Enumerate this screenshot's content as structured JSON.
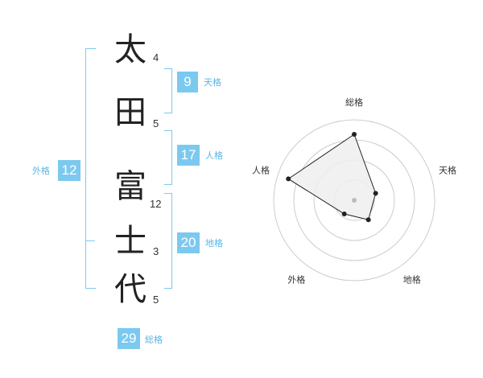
{
  "name": {
    "chars": [
      {
        "char": "太",
        "strokes": "4"
      },
      {
        "char": "田",
        "strokes": "5"
      },
      {
        "char": "富",
        "strokes": "12"
      },
      {
        "char": "士",
        "strokes": "3"
      },
      {
        "char": "代",
        "strokes": "5"
      }
    ]
  },
  "kaku": {
    "tenkaku": {
      "value": "9",
      "label": "天格"
    },
    "jinkaku": {
      "value": "17",
      "label": "人格"
    },
    "chikaku": {
      "value": "20",
      "label": "地格"
    },
    "gaikaku": {
      "value": "12",
      "label": "外格"
    },
    "soukaku": {
      "value": "29",
      "label": "総格"
    }
  },
  "chart_data": {
    "type": "radar",
    "axes": [
      "総格",
      "天格",
      "地格",
      "外格",
      "人格"
    ],
    "values": [
      0.82,
      0.28,
      0.3,
      0.21,
      0.86
    ],
    "max": 1,
    "rings": 4,
    "colors": {
      "fill": "#eeeeee",
      "line": "#222222",
      "ring": "#cccccc",
      "center": "#bbbbbb"
    }
  },
  "colors": {
    "accent": "#7cc9ef",
    "label": "#58b6e6"
  }
}
